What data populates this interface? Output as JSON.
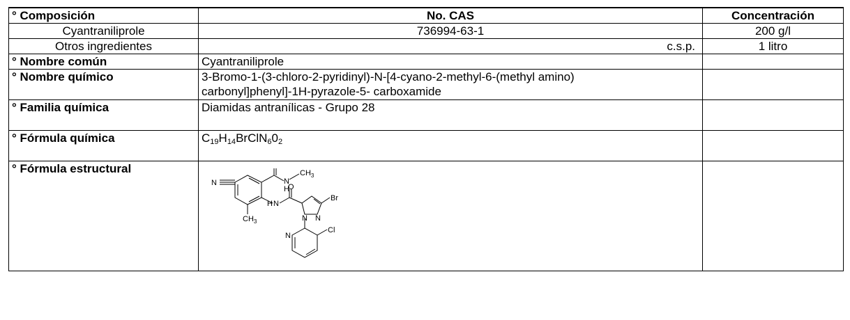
{
  "header": {
    "composicion": "° Composición",
    "cas": "No. CAS",
    "concentracion": "Concentración"
  },
  "rows": {
    "cyantraniliprole": {
      "name": "Cyantraniliprole",
      "cas": "736994-63-1",
      "conc": "200 g/l"
    },
    "otros": {
      "name": "Otros ingredientes",
      "cas": "c.s.p.",
      "conc": "1 litro"
    }
  },
  "props": {
    "nombre_comun": {
      "label": "° Nombre común",
      "value": "Cyantraniliprole"
    },
    "nombre_quimico": {
      "label": "° Nombre químico",
      "value": "3-Bromo-1-(3-chloro-2-pyridinyl)-N-[4-cyano-2-methyl-6-(methyl amino) carbonyl]phenyl]-1H-pyrazole-5- carboxamide"
    },
    "familia": {
      "label": "° Familia química",
      "value": "Diamidas antranílicas - Grupo 28"
    },
    "formula_quimica": {
      "label": "° Fórmula química",
      "parts": {
        "c": "C",
        "c_n": "19",
        "h": "H",
        "h_n": "14",
        "brcln": "BrClN",
        "n_n": "6",
        "o": "0",
        "o_n": "2"
      }
    },
    "formula_estructural": {
      "label": "° Fórmula estructural",
      "atoms": {
        "n_nitrile": "N",
        "o_top": "O",
        "nh_top": "N",
        "h_top": "H",
        "ch3_top": "CH",
        "ch3_top_sub": "3",
        "nh_mid": "N",
        "h_mid": "H",
        "ch3_low": "CH",
        "ch3_low_sub": "3",
        "o_mid": "O",
        "br": "Br",
        "n_pz1": "N",
        "n_pz2": "N",
        "n_py": "N",
        "cl": "Cl"
      }
    }
  }
}
